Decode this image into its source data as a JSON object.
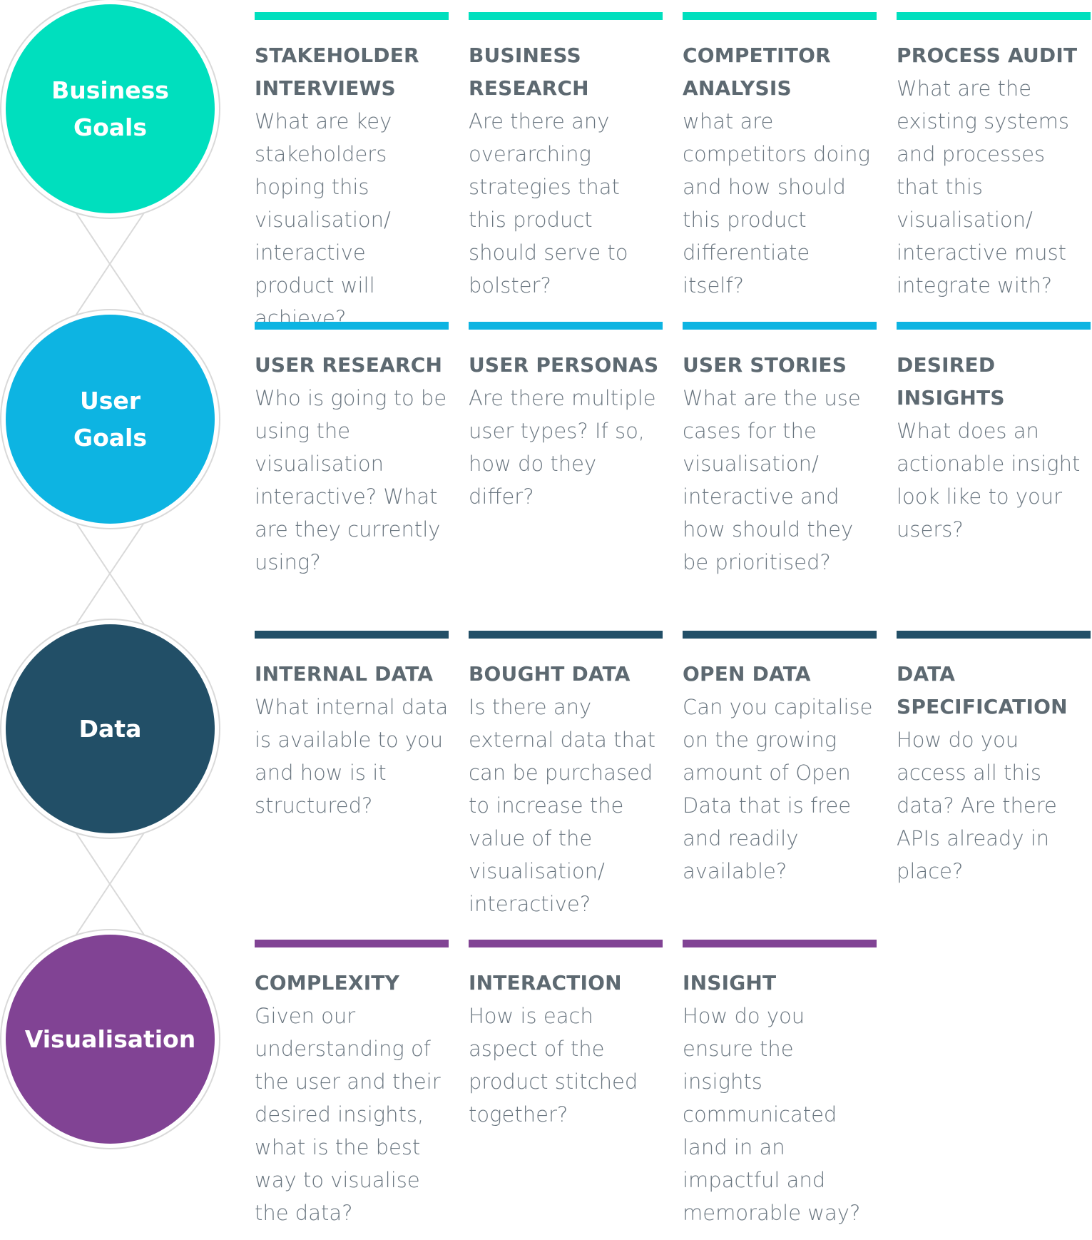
{
  "colors": {
    "business": "#00dfbe",
    "user": "#0db4e2",
    "data": "#224f67",
    "visualisation": "#814394",
    "connector": "#d9d9d9"
  },
  "rows": [
    {
      "label": "Business\nGoals",
      "cards": [
        {
          "title": "STAKEHOLDER INTERVIEWS",
          "body": "What are key stakeholders hoping this visualisation/ interactive product will achieve?"
        },
        {
          "title": "BUSINESS RESEARCH",
          "body": "Are there any overarching strategies that this product should serve to bolster?"
        },
        {
          "title": "COMPETITOR ANALYSIS",
          "body": "what are competitors doing and how should this product differentiate itself?"
        },
        {
          "title": "PROCESS AUDIT",
          "body": "What are the existing systems and processes that this visualisation/ interactive must integrate with?"
        }
      ]
    },
    {
      "label": "User\nGoals",
      "cards": [
        {
          "title": "USER RESEARCH",
          "body": "Who is going to be using the visualisation interactive? What are they currently using?"
        },
        {
          "title": "USER PERSONAS",
          "body": "Are there multiple user types? If so, how do they differ?"
        },
        {
          "title": "USER STORIES",
          "body": "What are the use cases for the visualisation/ interactive and how should they be prioritised?"
        },
        {
          "title": "DESIRED INSIGHTS",
          "body": "What does an actionable insight look like to your users?"
        }
      ]
    },
    {
      "label": "Data",
      "cards": [
        {
          "title": "INTERNAL DATA",
          "body": "What internal data is available to you and how is it structured?"
        },
        {
          "title": "BOUGHT DATA",
          "body": "Is there any external data that can be purchased to increase the value of the visualisation/ interactive?"
        },
        {
          "title": "OPEN DATA",
          "body": "Can you capitalise on the growing amount of Open Data that is free and readily available?"
        },
        {
          "title": "DATA SPECIFICATION",
          "body": "How do you access all this data? Are there APIs already in place?"
        }
      ]
    },
    {
      "label": "Visualisation",
      "cards": [
        {
          "title": "COMPLEXITY",
          "body": "Given our understanding of the user and their desired insights, what is the best way to visualise the data?"
        },
        {
          "title": "INTERACTION",
          "body": "How is each aspect of the product stitched together?"
        },
        {
          "title": "INSIGHT",
          "body": "How do you ensure the insights communicated land in an impactful and memorable way?"
        }
      ]
    }
  ]
}
